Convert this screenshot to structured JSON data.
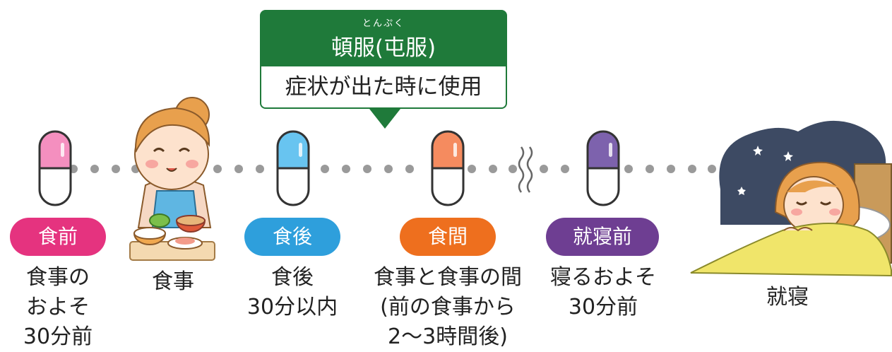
{
  "callout": {
    "ruby": "とんぷく",
    "title": "頓服(屯服)",
    "body": "症状が出た時に使用"
  },
  "colors": {
    "green": "#1f7a3a",
    "pink": "#e5337f",
    "blue": "#2e9fdc",
    "orange": "#ee6f1e",
    "purple": "#6e3e92",
    "dot": "#9a9a9a"
  },
  "timeline": [
    {
      "badge": "食前",
      "desc": [
        "食事の",
        "およそ",
        "30分前"
      ],
      "capsule_color": "#f48fbf"
    },
    {
      "label": "食事"
    },
    {
      "badge": "食後",
      "desc": [
        "食後",
        "30分以内"
      ],
      "capsule_color": "#68c4f0"
    },
    {
      "badge": "食間",
      "desc": [
        "食事と食事の間",
        "(前の食事から",
        "2〜3時間後)"
      ],
      "capsule_color": "#f58b5f"
    },
    {
      "badge": "就寝前",
      "desc": [
        "寝るおよそ",
        "30分前"
      ],
      "capsule_color": "#7d62ad"
    },
    {
      "label": "就寝"
    }
  ],
  "icons": [
    "capsule-icon",
    "woman-eating-illustration",
    "time-skip-icon",
    "sleeping-woman-illustration",
    "star-icon"
  ]
}
